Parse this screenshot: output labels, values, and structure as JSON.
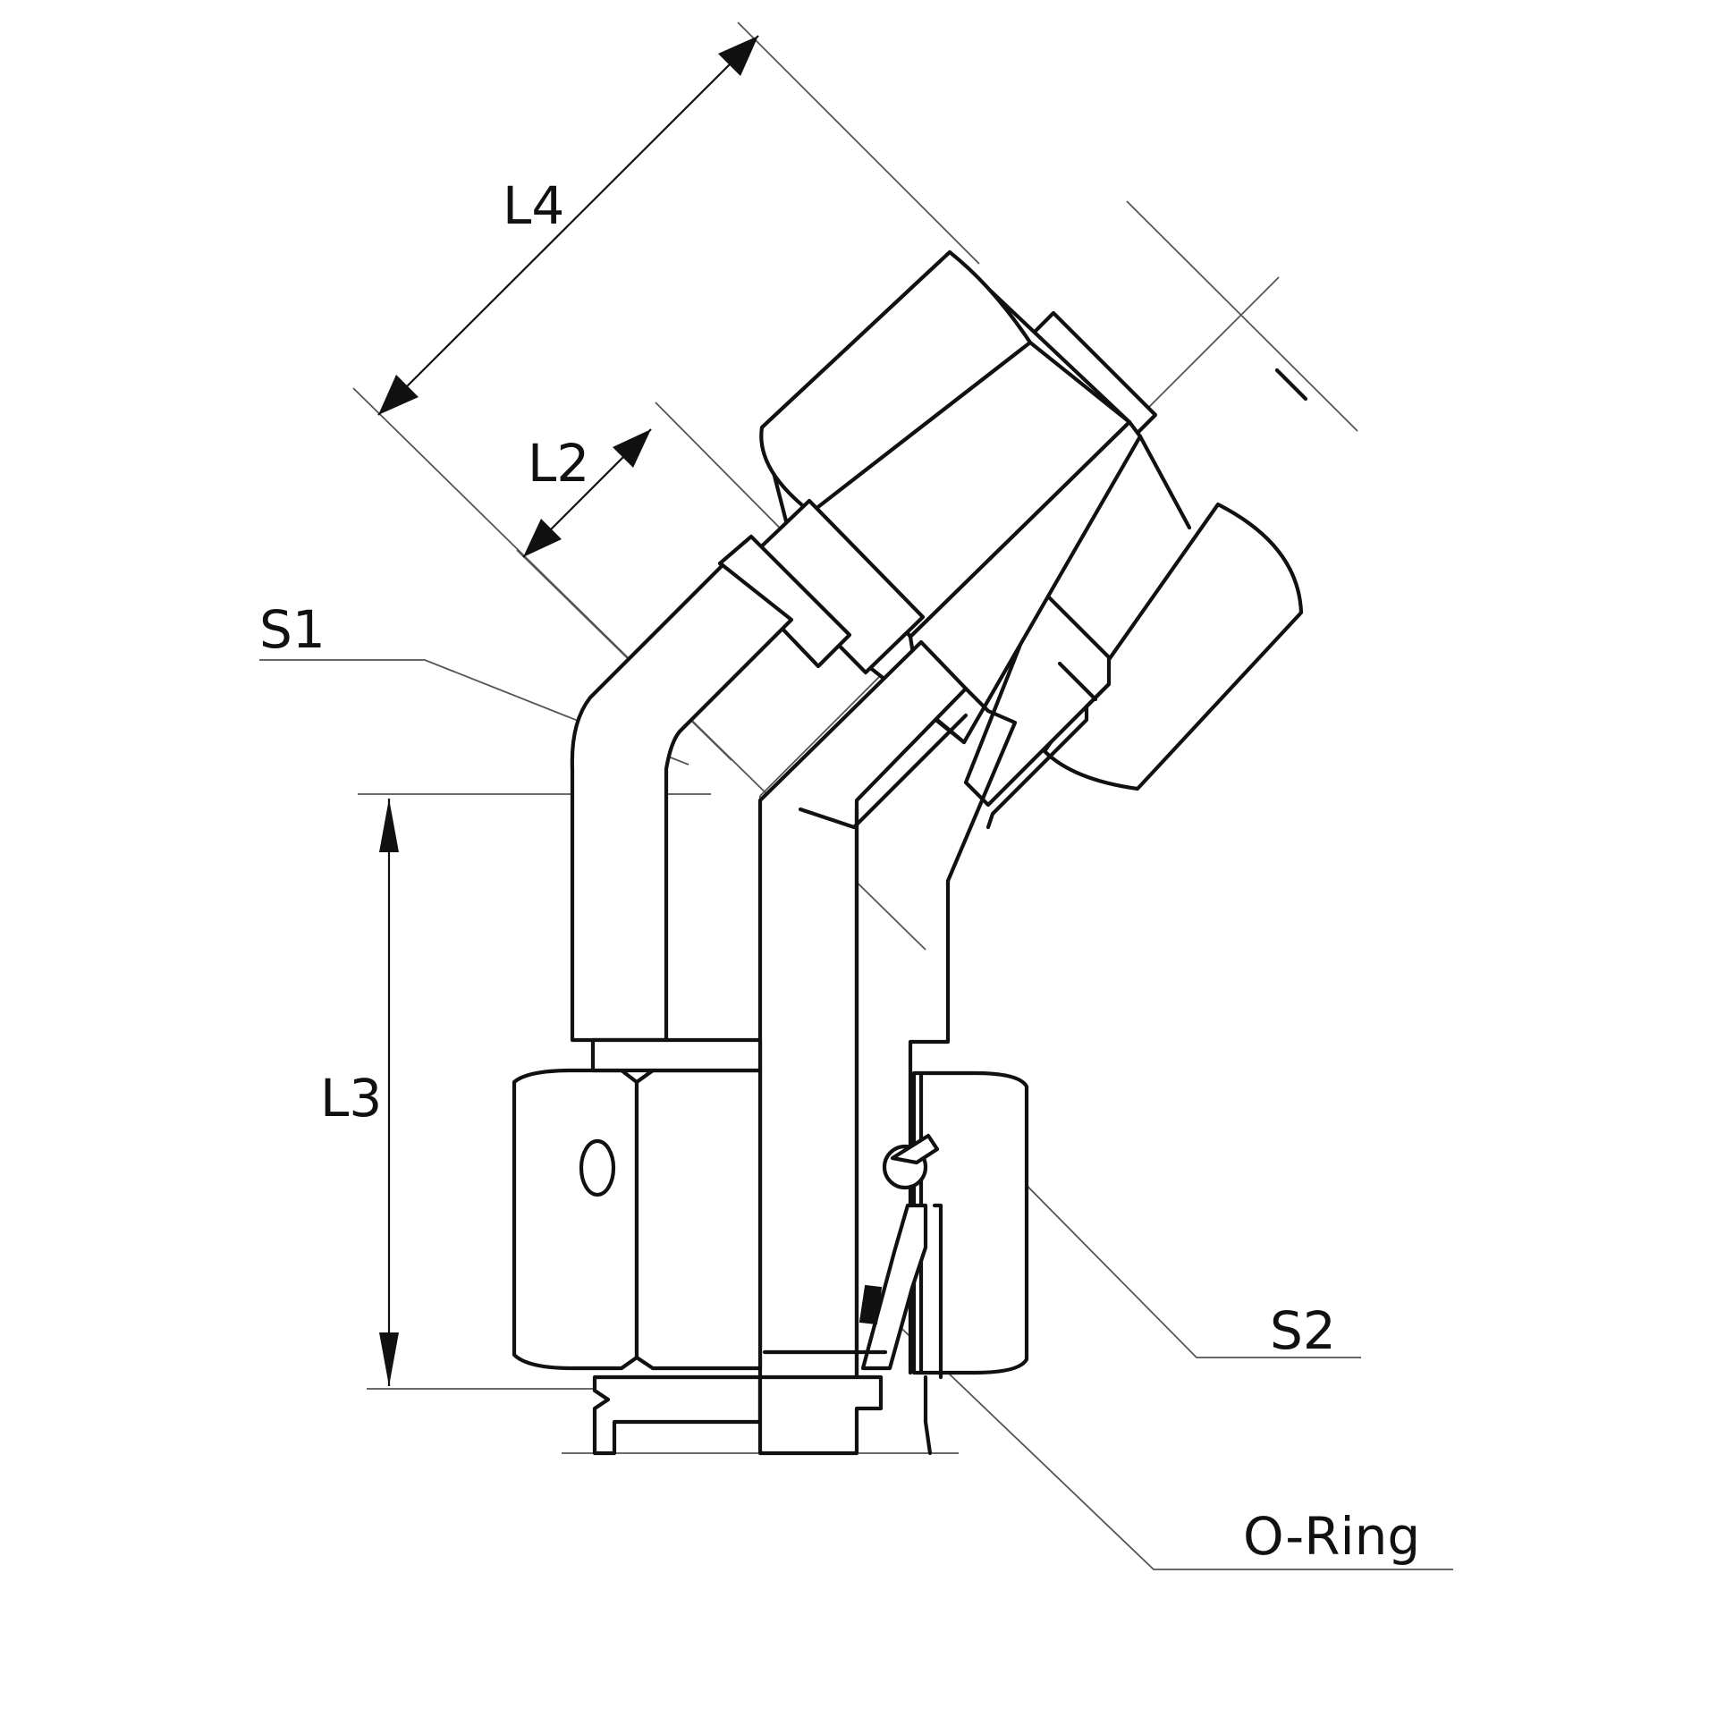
{
  "diagram": {
    "labels": {
      "l4": "L4",
      "l2": "L2",
      "s1": "S1",
      "l3": "L3",
      "s2": "S2",
      "oring": "O-Ring"
    },
    "colors": {
      "line": "#111111",
      "leader": "#555555",
      "background": "#ffffff"
    }
  }
}
